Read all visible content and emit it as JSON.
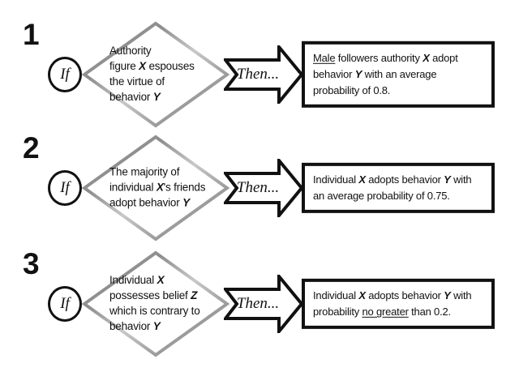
{
  "colors": {
    "ink": "#111111",
    "diamond_border_light": "#c8c8c8",
    "diamond_border_dark": "#8d8d8d"
  },
  "rules": [
    {
      "number": "1",
      "if_label": "If",
      "then_label": "Then...",
      "condition": [
        {
          "t": "Authority",
          "br": true
        },
        {
          "t": "figure "
        },
        {
          "t": "X",
          "b": true,
          "i": true
        },
        {
          "t": " espouses",
          "br": true
        },
        {
          "t": "the virtue of",
          "br": true
        },
        {
          "t": "behavior "
        },
        {
          "t": "Y",
          "b": true,
          "i": true
        }
      ],
      "result": [
        {
          "t": "Male",
          "u": true
        },
        {
          "t": " followers authority "
        },
        {
          "t": "X",
          "b": true,
          "i": true
        },
        {
          "t": " adopt",
          "br": true
        },
        {
          "t": "behavior "
        },
        {
          "t": "Y",
          "b": true,
          "i": true
        },
        {
          "t": " with an average",
          "br": true
        },
        {
          "t": "probability of 0.8."
        }
      ]
    },
    {
      "number": "2",
      "if_label": "If",
      "then_label": "Then...",
      "condition": [
        {
          "t": "The majority of",
          "br": true
        },
        {
          "t": "individual "
        },
        {
          "t": "X",
          "b": true,
          "i": true
        },
        {
          "t": "'s friends",
          "br": true
        },
        {
          "t": "adopt behavior "
        },
        {
          "t": "Y",
          "b": true,
          "i": true
        }
      ],
      "result": [
        {
          "t": "Individual "
        },
        {
          "t": "X",
          "b": true,
          "i": true
        },
        {
          "t": " adopts behavior "
        },
        {
          "t": "Y",
          "b": true,
          "i": true
        },
        {
          "t": " with",
          "br": true
        },
        {
          "t": "an average probability of 0.75."
        }
      ]
    },
    {
      "number": "3",
      "if_label": "If",
      "then_label": "Then...",
      "condition": [
        {
          "t": "Individual "
        },
        {
          "t": "X",
          "b": true,
          "i": true,
          "br": true
        },
        {
          "t": "possesses belief "
        },
        {
          "t": "Z",
          "b": true,
          "i": true,
          "br": true
        },
        {
          "t": "which is contrary to",
          "br": true
        },
        {
          "t": "behavior "
        },
        {
          "t": "Y",
          "b": true,
          "i": true
        }
      ],
      "result": [
        {
          "t": "Individual "
        },
        {
          "t": "X",
          "b": true,
          "i": true
        },
        {
          "t": " adopts behavior "
        },
        {
          "t": "Y",
          "b": true,
          "i": true
        },
        {
          "t": " with",
          "br": true
        },
        {
          "t": "probability "
        },
        {
          "t": "no greater",
          "u": true
        },
        {
          "t": " than 0.2."
        }
      ]
    }
  ]
}
